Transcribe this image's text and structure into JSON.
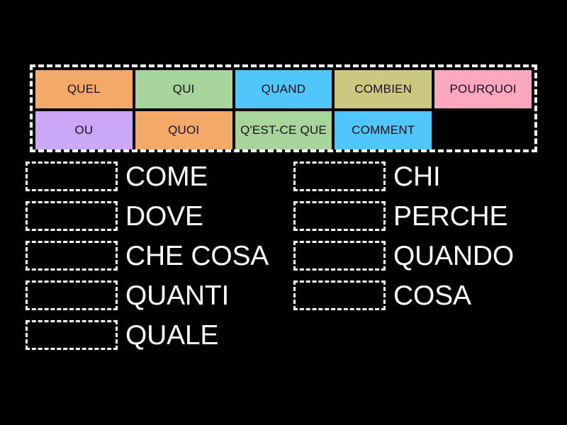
{
  "background_color": "#000000",
  "word_bank": {
    "border_style": "dashed-white",
    "rows": [
      [
        {
          "label": "QUEL",
          "color": "#F5A969",
          "key": "quel"
        },
        {
          "label": "QUI",
          "color": "#A6D49B",
          "key": "qui"
        },
        {
          "label": "QUAND",
          "color": "#4FC7F8",
          "key": "quand"
        },
        {
          "label": "COMBIEN",
          "color": "#CBC882",
          "key": "combien"
        },
        {
          "label": "POURQUOI",
          "color": "#FBA7BD",
          "key": "pourquoi"
        }
      ],
      [
        {
          "label": "OU",
          "color": "#CBA6F7",
          "key": "ou"
        },
        {
          "label": "QUOI",
          "color": "#F5A969",
          "key": "quoi"
        },
        {
          "label": "Q'EST-CE QUE",
          "color": "#A6D49B",
          "key": "qestce"
        },
        {
          "label": "COMMENT",
          "color": "#4FC7F8",
          "key": "comment"
        },
        {
          "label": "",
          "color": "transparent",
          "key": "empty"
        }
      ]
    ]
  },
  "answers": {
    "left_column": [
      {
        "label": "COME"
      },
      {
        "label": "DOVE"
      },
      {
        "label": "CHE COSA"
      },
      {
        "label": "QUANTI"
      },
      {
        "label": "QUALE"
      }
    ],
    "right_column": [
      {
        "label": "CHI"
      },
      {
        "label": "PERCHE"
      },
      {
        "label": "QUANDO"
      },
      {
        "label": "COSA"
      }
    ]
  },
  "colors": {
    "text_on_tile": "#1a0d1f",
    "answer_text": "#ffffff",
    "dashed_border": "#ffffff",
    "orange": "#F5A969",
    "green": "#A6D49B",
    "blue": "#4FC7F8",
    "khaki": "#CBC882",
    "pink": "#FBA7BD",
    "purple": "#CBA6F7"
  }
}
